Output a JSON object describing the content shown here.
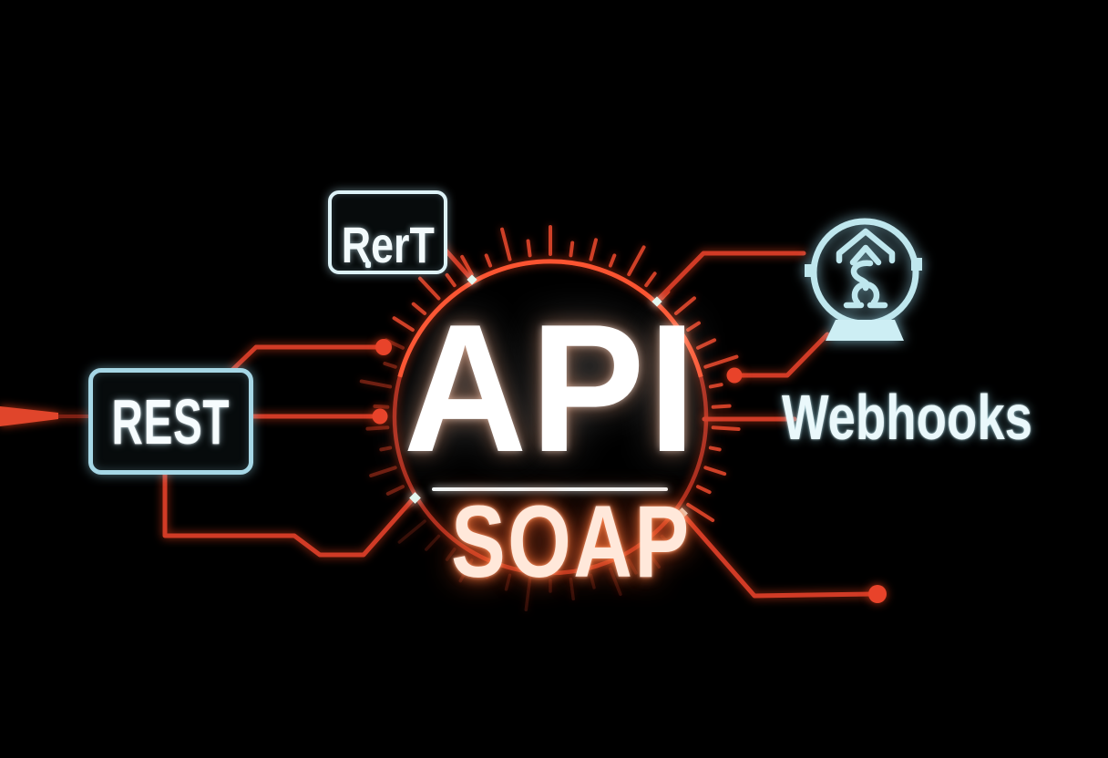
{
  "illustration": {
    "center": {
      "title": "API",
      "subtitle": "SOAP"
    },
    "nodes": [
      {
        "id": "rert",
        "label": "RerT"
      },
      {
        "id": "rest",
        "label": "REST"
      },
      {
        "id": "webhooks",
        "label": "Webhooks"
      }
    ],
    "icons": [
      {
        "name": "webhook-icon",
        "description": "arrow-over-omega glyph in notched circle with lamp base"
      }
    ],
    "colors": {
      "background": "#000000",
      "circuit_red": "#d13b26",
      "gauge_red_bright": "#ff5633",
      "endpoint_dot_red": "#e8432a",
      "marker_white": "#e3f6ef",
      "node_border_cyan": "#a6d7e6",
      "icon_cyan": "#bfe7ee",
      "title_white": "#ffffff",
      "soap_warm": "#ffe8da",
      "webhooks_text": "#eaf8fb"
    }
  }
}
